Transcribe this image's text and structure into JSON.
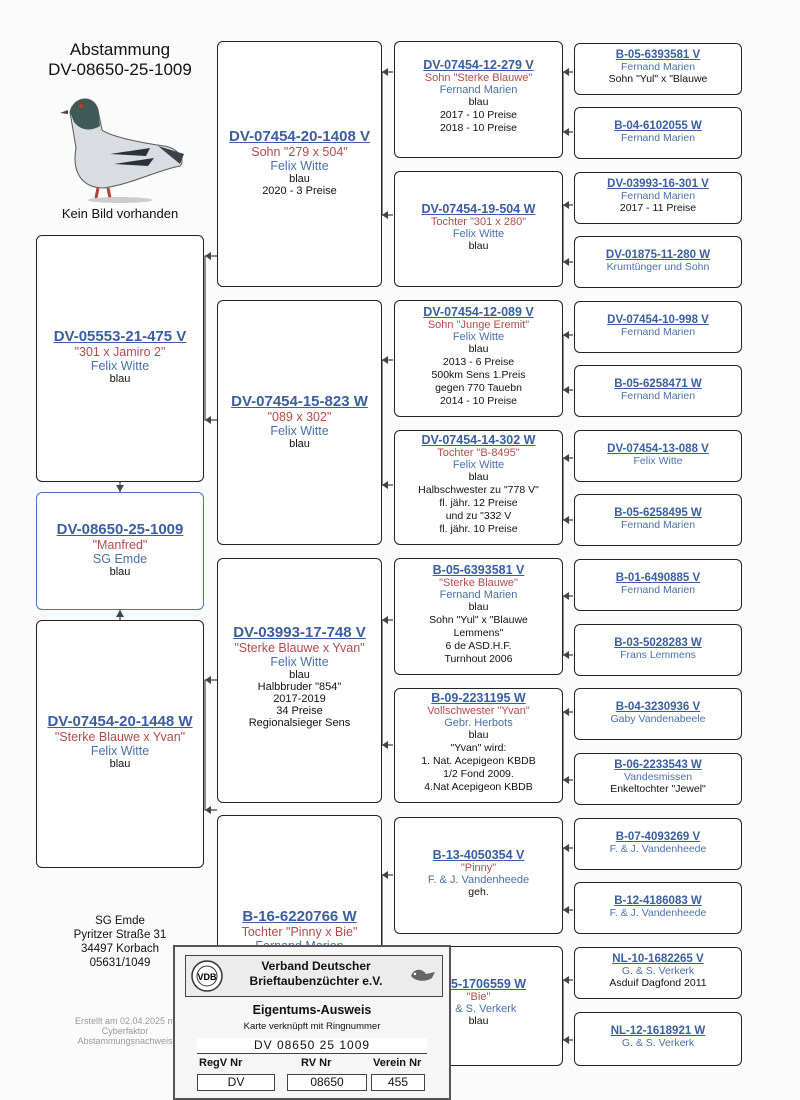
{
  "header": {
    "title": "Abstammung",
    "ring": "DV-08650-25-1009",
    "no_image": "Kein Bild vorhanden"
  },
  "cards": [
    {
      "ring": "DV-05553-21-475 V",
      "nick": "\"301 x Jamiro 2\"",
      "owner": "Felix Witte",
      "lines": [
        "blau"
      ]
    },
    {
      "ring": "DV-08650-25-1009",
      "nick": "\"Manfred\"",
      "owner": "SG Emde",
      "lines": [
        "blau"
      ]
    },
    {
      "ring": "DV-07454-20-1448 W",
      "nick": "\"Sterke Blauwe x Yvan\"",
      "owner": "Felix Witte",
      "lines": [
        "blau"
      ]
    },
    {
      "ring": "DV-07454-20-1408 V",
      "nick": "Sohn \"279 x 504\"",
      "owner": "Felix Witte",
      "lines": [
        "blau",
        "2020 - 3 Preise"
      ]
    },
    {
      "ring": "DV-07454-15-823 W",
      "nick": "\"089 x 302\"",
      "owner": "Felix Witte",
      "lines": [
        "blau"
      ]
    },
    {
      "ring": "DV-03993-17-748 V",
      "nick": "\"Sterke Blauwe x Yvan\"",
      "owner": "Felix Witte",
      "lines": [
        "blau",
        "Halbbruder \"854\"",
        "2017-2019",
        "34 Preise",
        "Regionalsieger Sens"
      ]
    },
    {
      "ring": "B-16-6220766 W",
      "nick": "Tochter \"Pinny x Bie\"",
      "owner": "Fernand Marien",
      "lines": []
    },
    {
      "ring": "DV-07454-12-279 V",
      "nick": "Sohn \"Sterke Blauwe\"",
      "owner": "Fernand Marien",
      "lines": [
        "blau",
        "2017 - 10 Preise",
        "2018 - 10 Preise"
      ]
    },
    {
      "ring": "DV-07454-19-504 W",
      "nick": "Tochter \"301 x 280\"",
      "owner": "Felix Witte",
      "lines": [
        "blau"
      ]
    },
    {
      "ring": "DV-07454-12-089 V",
      "nick": "Sohn \"Junge Eremit\"",
      "owner": "Felix Witte",
      "lines": [
        "blau",
        "2013 - 6 Preise",
        "500km Sens 1.Preis",
        "gegen 770 Tauebn",
        "2014 - 10 Preise"
      ]
    },
    {
      "ring": "DV-07454-14-302 W",
      "nick": "Tochter \"B-8495\"",
      "owner": "Felix Witte",
      "lines": [
        "blau",
        "Halbschwester zu \"778 V\"",
        "fl. jähr. 12 Preise",
        "und zu \"332 V",
        "fl. jähr. 10 Preise"
      ]
    },
    {
      "ring": "B-05-6393581 V",
      "nick": "\"Sterke Blauwe\"",
      "owner": "Fernand Marien",
      "lines": [
        "blau",
        "Sohn \"Yul\" x \"Blauwe",
        "Lemmens\"",
        "6 de ASD.H.F.",
        "Turnhout 2006"
      ]
    },
    {
      "ring": "B-09-2231195 W",
      "nick": "Vollschwester \"Yvan\"",
      "owner": "Gebr. Herbots",
      "lines": [
        "blau",
        "\"Yvan\" wird:",
        "1. Nat. Acepigeon KBDB",
        "1/2 Fond 2009.",
        "4.Nat Acepigeon KBDB"
      ]
    },
    {
      "ring": "B-13-4050354 V",
      "nick": "\"Pinny\"",
      "owner": "F. & J. Vandenheede",
      "lines": [
        "geh."
      ]
    },
    {
      "ring": "B-15-1706559 W",
      "nick": "\"Bie\"",
      "owner": "G. & S. Verkerk",
      "lines": [
        "blau"
      ]
    },
    {
      "ring": "B-05-6393581 V",
      "nick": "",
      "owner": "Fernand Marien",
      "lines": [
        "Sohn \"Yul\" x \"Blauwe"
      ]
    },
    {
      "ring": "B-04-6102055 W",
      "nick": "",
      "owner": "Fernand Marien",
      "lines": []
    },
    {
      "ring": "DV-03993-16-301 V",
      "nick": "",
      "owner": "Fernand Marien",
      "lines": [
        "2017 - 11 Preise"
      ]
    },
    {
      "ring": "DV-01875-11-280 W",
      "nick": "",
      "owner": "Krumtünger und Sohn",
      "lines": []
    },
    {
      "ring": "DV-07454-10-998 V",
      "nick": "",
      "owner": "Fernand Marien",
      "lines": []
    },
    {
      "ring": "B-05-6258471 W",
      "nick": "",
      "owner": "Fernand Marien",
      "lines": []
    },
    {
      "ring": "DV-07454-13-088 V",
      "nick": "",
      "owner": "Felix Witte",
      "lines": []
    },
    {
      "ring": "B-05-6258495 W",
      "nick": "",
      "owner": "Fernand Marien",
      "lines": []
    },
    {
      "ring": "B-01-6490885 V",
      "nick": "",
      "owner": "Fernand Marien",
      "lines": []
    },
    {
      "ring": "B-03-5028283 W",
      "nick": "",
      "owner": "Frans Lemmens",
      "lines": []
    },
    {
      "ring": "B-04-3230936 V",
      "nick": "",
      "owner": "Gaby Vandenabeele",
      "lines": []
    },
    {
      "ring": "B-06-2233543 W",
      "nick": "",
      "owner": "Vandesmissen",
      "lines": [
        "Enkeltochter \"Jewel\""
      ]
    },
    {
      "ring": "B-07-4093269 V",
      "nick": "",
      "owner": "F. & J. Vandenheede",
      "lines": []
    },
    {
      "ring": "B-12-4186083 W",
      "nick": "",
      "owner": "F. & J. Vandenheede",
      "lines": []
    },
    {
      "ring": "NL-10-1682265 V",
      "nick": "",
      "owner": "G. & S. Verkerk",
      "lines": [
        "Asduif Dagfond 2011"
      ]
    },
    {
      "ring": "NL-12-1618921 W",
      "nick": "",
      "owner": "G. & S. Verkerk",
      "lines": []
    }
  ],
  "breeder": [
    "SG Emde",
    "Pyritzer Straße 31",
    "34497 Korbach",
    "05631/1049"
  ],
  "footer": [
    "Erstellt am 02.04.2025 m",
    "Cyberfaktor",
    "Abstammungsnachweis"
  ],
  "id_card": {
    "org_line1": "Verband Deutscher",
    "org_line2": "Brieftaubenzüchter e.V.",
    "title": "Eigentums-Ausweis",
    "subtitle": "Karte verknüpft mit Ringnummer",
    "ring": "DV 08650 25 1009",
    "col1_label": "RegV Nr",
    "col2_label": "RV Nr",
    "col3_label": "Verein Nr",
    "col1_value": "DV",
    "col2_value": "08650",
    "col3_value": "455"
  },
  "colors": {
    "ring": "#3a5fa0",
    "nickname": "#b34b4b",
    "owner": "#4a70a8",
    "highlight_border": "#4a78b6"
  }
}
